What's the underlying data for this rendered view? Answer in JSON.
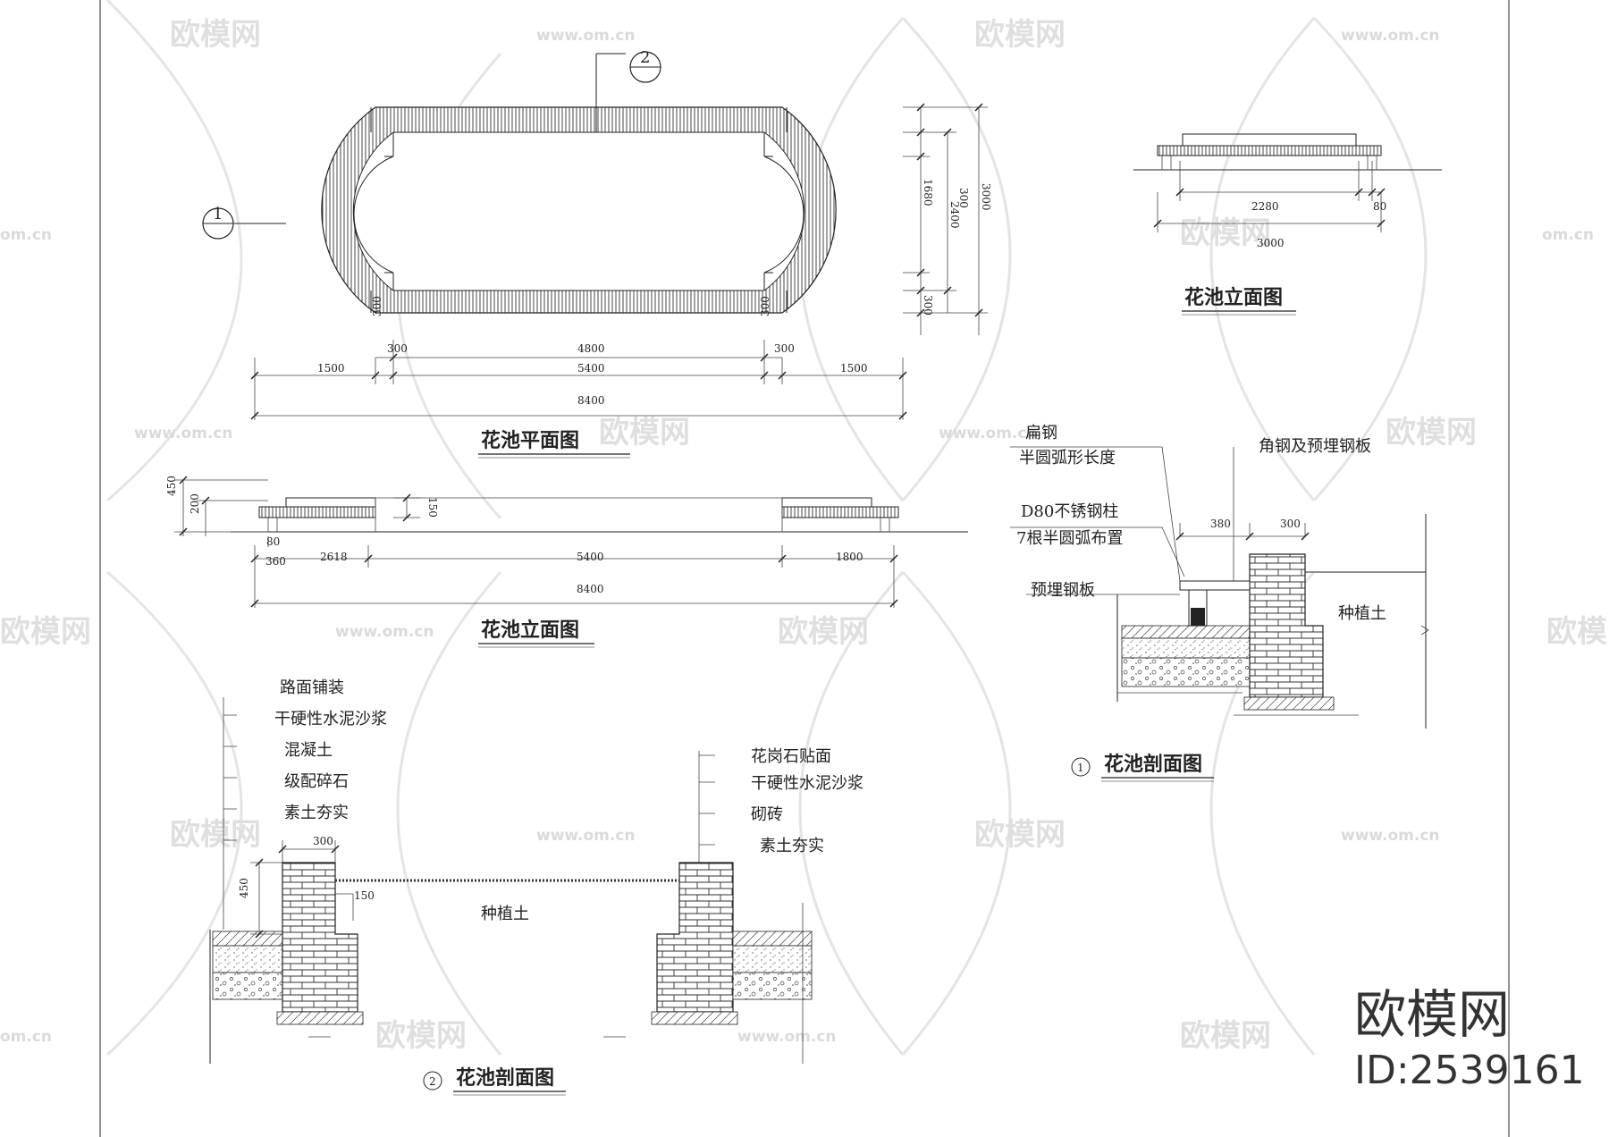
{
  "watermark": {
    "brand": "欧模网",
    "url": "www.om.cn",
    "url_short": "om.cn",
    "id_label": "ID:2539161"
  },
  "plan": {
    "title": "花池平面图",
    "callout_1": "1",
    "callout_2": "2",
    "dims_bottom": [
      "1500",
      "300",
      "4800",
      "300",
      "1500",
      "5400",
      "8400"
    ],
    "dims_side": [
      "300",
      "1680",
      "2400",
      "3000",
      "300"
    ],
    "dims_inner": [
      "300",
      "300"
    ]
  },
  "elev_long": {
    "title": "花池立面图",
    "dims_height": [
      "450",
      "200",
      "150"
    ],
    "dims": [
      "80",
      "360",
      "2618",
      "5400",
      "1800",
      "8400"
    ]
  },
  "elev_short": {
    "title": "花池立面图",
    "dims": [
      "2280",
      "80",
      "3000"
    ]
  },
  "section1": {
    "marker": "1",
    "title": "花池剖面图",
    "labels": [
      "扁钢",
      "半圆弧形长度",
      "角钢及预埋钢板",
      "D80不锈钢柱",
      "7根半圆弧布置",
      "预埋钢板",
      "种植土"
    ],
    "dims": [
      "380",
      "300"
    ]
  },
  "section2": {
    "marker": "2",
    "title": "花池剖面图",
    "labels_left": [
      "路面铺装",
      "干硬性水泥沙浆",
      "混凝土",
      "级配碎石",
      "素土夯实"
    ],
    "labels_right": [
      "花岗石贴面",
      "干硬性水泥沙浆",
      "砌砖",
      "素土夯实"
    ],
    "center_label": "种植土",
    "dims": [
      "300",
      "450",
      "150"
    ]
  }
}
